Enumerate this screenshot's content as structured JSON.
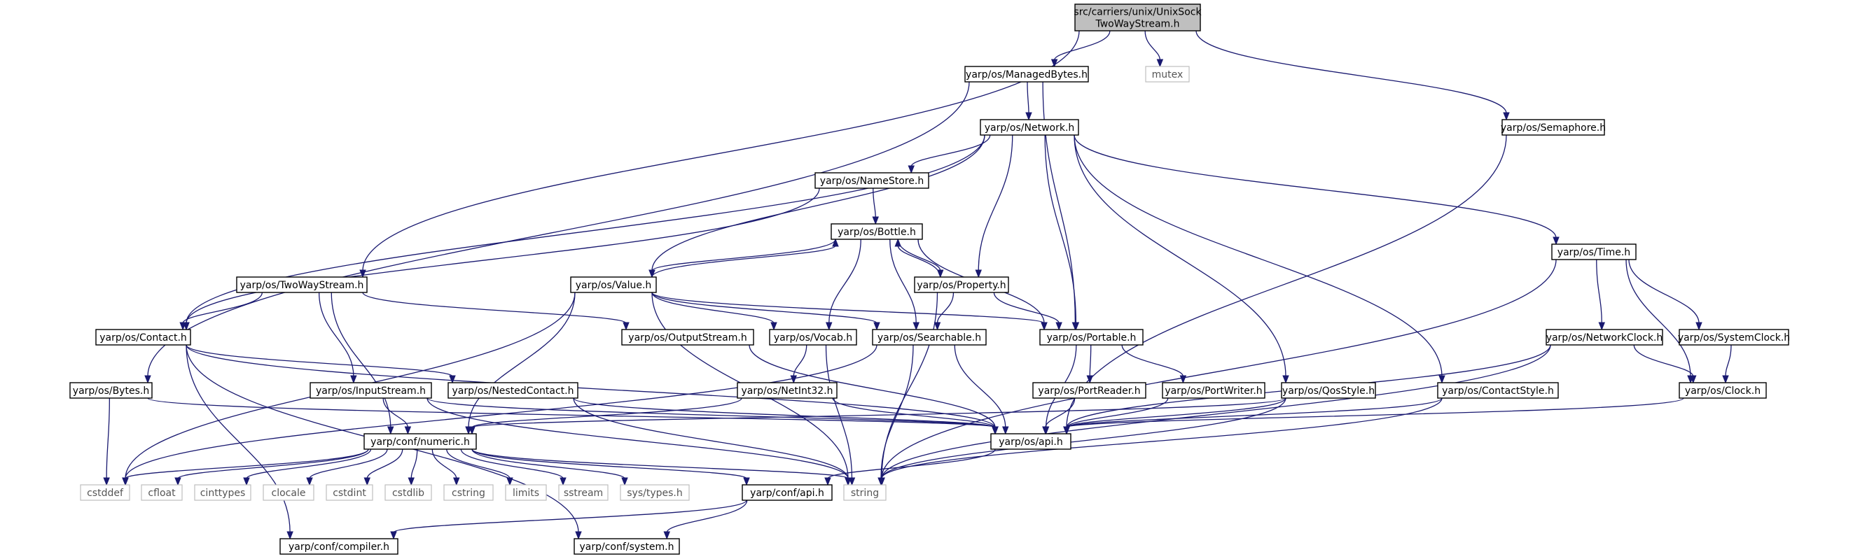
{
  "nodes": [
    {
      "id": "root",
      "lines": [
        "src/carriers/unix/UnixSock",
        "TwoWayStream.h"
      ],
      "kind": "root"
    },
    {
      "id": "managedbytes",
      "lines": [
        "yarp/os/ManagedBytes.h"
      ],
      "kind": "doc"
    },
    {
      "id": "mutex",
      "lines": [
        "mutex"
      ],
      "kind": "ext"
    },
    {
      "id": "semaphore",
      "lines": [
        "yarp/os/Semaphore.h"
      ],
      "kind": "doc"
    },
    {
      "id": "network",
      "lines": [
        "yarp/os/Network.h"
      ],
      "kind": "doc"
    },
    {
      "id": "namestore",
      "lines": [
        "yarp/os/NameStore.h"
      ],
      "kind": "doc"
    },
    {
      "id": "bottle",
      "lines": [
        "yarp/os/Bottle.h"
      ],
      "kind": "doc"
    },
    {
      "id": "twowaystream",
      "lines": [
        "yarp/os/TwoWayStream.h"
      ],
      "kind": "doc"
    },
    {
      "id": "value",
      "lines": [
        "yarp/os/Value.h"
      ],
      "kind": "doc"
    },
    {
      "id": "property",
      "lines": [
        "yarp/os/Property.h"
      ],
      "kind": "doc"
    },
    {
      "id": "time",
      "lines": [
        "yarp/os/Time.h"
      ],
      "kind": "doc"
    },
    {
      "id": "contact",
      "lines": [
        "yarp/os/Contact.h"
      ],
      "kind": "doc"
    },
    {
      "id": "outputstream",
      "lines": [
        "yarp/os/OutputStream.h"
      ],
      "kind": "doc"
    },
    {
      "id": "vocab",
      "lines": [
        "yarp/os/Vocab.h"
      ],
      "kind": "doc"
    },
    {
      "id": "searchable",
      "lines": [
        "yarp/os/Searchable.h"
      ],
      "kind": "doc"
    },
    {
      "id": "portable",
      "lines": [
        "yarp/os/Portable.h"
      ],
      "kind": "doc"
    },
    {
      "id": "networkclock",
      "lines": [
        "yarp/os/NetworkClock.h"
      ],
      "kind": "doc"
    },
    {
      "id": "systemclock",
      "lines": [
        "yarp/os/SystemClock.h"
      ],
      "kind": "doc"
    },
    {
      "id": "bytes",
      "lines": [
        "yarp/os/Bytes.h"
      ],
      "kind": "doc"
    },
    {
      "id": "inputstream",
      "lines": [
        "yarp/os/InputStream.h"
      ],
      "kind": "doc"
    },
    {
      "id": "nestedcontact",
      "lines": [
        "yarp/os/NestedContact.h"
      ],
      "kind": "doc"
    },
    {
      "id": "netint32",
      "lines": [
        "yarp/os/NetInt32.h"
      ],
      "kind": "doc"
    },
    {
      "id": "portreader",
      "lines": [
        "yarp/os/PortReader.h"
      ],
      "kind": "doc"
    },
    {
      "id": "portwriter",
      "lines": [
        "yarp/os/PortWriter.h"
      ],
      "kind": "doc"
    },
    {
      "id": "qosstyle",
      "lines": [
        "yarp/os/QosStyle.h"
      ],
      "kind": "doc"
    },
    {
      "id": "contactstyle",
      "lines": [
        "yarp/os/ContactStyle.h"
      ],
      "kind": "doc"
    },
    {
      "id": "clock",
      "lines": [
        "yarp/os/Clock.h"
      ],
      "kind": "doc"
    },
    {
      "id": "osapi",
      "lines": [
        "yarp/os/api.h"
      ],
      "kind": "doc"
    },
    {
      "id": "numeric",
      "lines": [
        "yarp/conf/numeric.h"
      ],
      "kind": "doc"
    },
    {
      "id": "cstddef",
      "lines": [
        "cstddef"
      ],
      "kind": "ext"
    },
    {
      "id": "cfloat",
      "lines": [
        "cfloat"
      ],
      "kind": "ext"
    },
    {
      "id": "cinttypes",
      "lines": [
        "cinttypes"
      ],
      "kind": "ext"
    },
    {
      "id": "clocale",
      "lines": [
        "clocale"
      ],
      "kind": "ext"
    },
    {
      "id": "cstdint",
      "lines": [
        "cstdint"
      ],
      "kind": "ext"
    },
    {
      "id": "cstdlib",
      "lines": [
        "cstdlib"
      ],
      "kind": "ext"
    },
    {
      "id": "cstring",
      "lines": [
        "cstring"
      ],
      "kind": "ext"
    },
    {
      "id": "limits",
      "lines": [
        "limits"
      ],
      "kind": "ext"
    },
    {
      "id": "sstream",
      "lines": [
        "sstream"
      ],
      "kind": "ext"
    },
    {
      "id": "systypes",
      "lines": [
        "sys/types.h"
      ],
      "kind": "ext"
    },
    {
      "id": "confapi",
      "lines": [
        "yarp/conf/api.h"
      ],
      "kind": "doc"
    },
    {
      "id": "string",
      "lines": [
        "string"
      ],
      "kind": "ext"
    },
    {
      "id": "compiler",
      "lines": [
        "yarp/conf/compiler.h"
      ],
      "kind": "doc"
    },
    {
      "id": "system",
      "lines": [
        "yarp/conf/system.h"
      ],
      "kind": "doc"
    }
  ],
  "edges": [
    [
      "root",
      "managedbytes"
    ],
    [
      "root",
      "mutex"
    ],
    [
      "root",
      "semaphore"
    ],
    [
      "root",
      "twowaystream"
    ],
    [
      "managedbytes",
      "network"
    ],
    [
      "managedbytes",
      "bytes"
    ],
    [
      "managedbytes",
      "portable"
    ],
    [
      "semaphore",
      "osapi"
    ],
    [
      "network",
      "namestore"
    ],
    [
      "network",
      "value"
    ],
    [
      "network",
      "property"
    ],
    [
      "network",
      "portable"
    ],
    [
      "network",
      "time"
    ],
    [
      "network",
      "contact"
    ],
    [
      "network",
      "qosstyle"
    ],
    [
      "network",
      "contactstyle"
    ],
    [
      "namestore",
      "bottle"
    ],
    [
      "namestore",
      "contact"
    ],
    [
      "bottle",
      "value"
    ],
    [
      "bottle",
      "property"
    ],
    [
      "bottle",
      "vocab"
    ],
    [
      "bottle",
      "searchable"
    ],
    [
      "bottle",
      "portable"
    ],
    [
      "value",
      "bottle"
    ],
    [
      "value",
      "vocab"
    ],
    [
      "value",
      "searchable"
    ],
    [
      "value",
      "portable"
    ],
    [
      "value",
      "numeric"
    ],
    [
      "value",
      "cstddef"
    ],
    [
      "value",
      "string"
    ],
    [
      "property",
      "bottle"
    ],
    [
      "property",
      "searchable"
    ],
    [
      "property",
      "portable"
    ],
    [
      "property",
      "string"
    ],
    [
      "twowaystream",
      "contact"
    ],
    [
      "twowaystream",
      "inputstream"
    ],
    [
      "twowaystream",
      "outputstream"
    ],
    [
      "twowaystream",
      "numeric"
    ],
    [
      "time",
      "networkclock"
    ],
    [
      "time",
      "systemclock"
    ],
    [
      "time",
      "clock"
    ],
    [
      "time",
      "string"
    ],
    [
      "contact",
      "nestedcontact"
    ],
    [
      "contact",
      "osapi"
    ],
    [
      "contact",
      "compiler"
    ],
    [
      "contact",
      "system"
    ],
    [
      "outputstream",
      "osapi"
    ],
    [
      "vocab",
      "netint32"
    ],
    [
      "vocab",
      "string"
    ],
    [
      "searchable",
      "osapi"
    ],
    [
      "searchable",
      "string"
    ],
    [
      "searchable",
      "cstddef"
    ],
    [
      "portable",
      "portreader"
    ],
    [
      "portable",
      "portwriter"
    ],
    [
      "portable",
      "osapi"
    ],
    [
      "networkclock",
      "clock"
    ],
    [
      "networkclock",
      "osapi"
    ],
    [
      "networkclock",
      "string"
    ],
    [
      "systemclock",
      "clock"
    ],
    [
      "bytes",
      "cstddef"
    ],
    [
      "bytes",
      "osapi"
    ],
    [
      "inputstream",
      "numeric"
    ],
    [
      "inputstream",
      "osapi"
    ],
    [
      "inputstream",
      "string"
    ],
    [
      "nestedcontact",
      "osapi"
    ],
    [
      "nestedcontact",
      "string"
    ],
    [
      "netint32",
      "numeric"
    ],
    [
      "netint32",
      "osapi"
    ],
    [
      "portreader",
      "osapi"
    ],
    [
      "portwriter",
      "osapi"
    ],
    [
      "qosstyle",
      "osapi"
    ],
    [
      "qosstyle",
      "numeric"
    ],
    [
      "qosstyle",
      "string"
    ],
    [
      "contactstyle",
      "osapi"
    ],
    [
      "contactstyle",
      "string"
    ],
    [
      "clock",
      "osapi"
    ],
    [
      "osapi",
      "confapi"
    ],
    [
      "numeric",
      "cstddef"
    ],
    [
      "numeric",
      "cfloat"
    ],
    [
      "numeric",
      "cinttypes"
    ],
    [
      "numeric",
      "clocale"
    ],
    [
      "numeric",
      "cstdint"
    ],
    [
      "numeric",
      "cstdlib"
    ],
    [
      "numeric",
      "cstring"
    ],
    [
      "numeric",
      "limits"
    ],
    [
      "numeric",
      "sstream"
    ],
    [
      "numeric",
      "systypes"
    ],
    [
      "numeric",
      "confapi"
    ],
    [
      "numeric",
      "string"
    ],
    [
      "confapi",
      "compiler"
    ],
    [
      "confapi",
      "system"
    ]
  ]
}
